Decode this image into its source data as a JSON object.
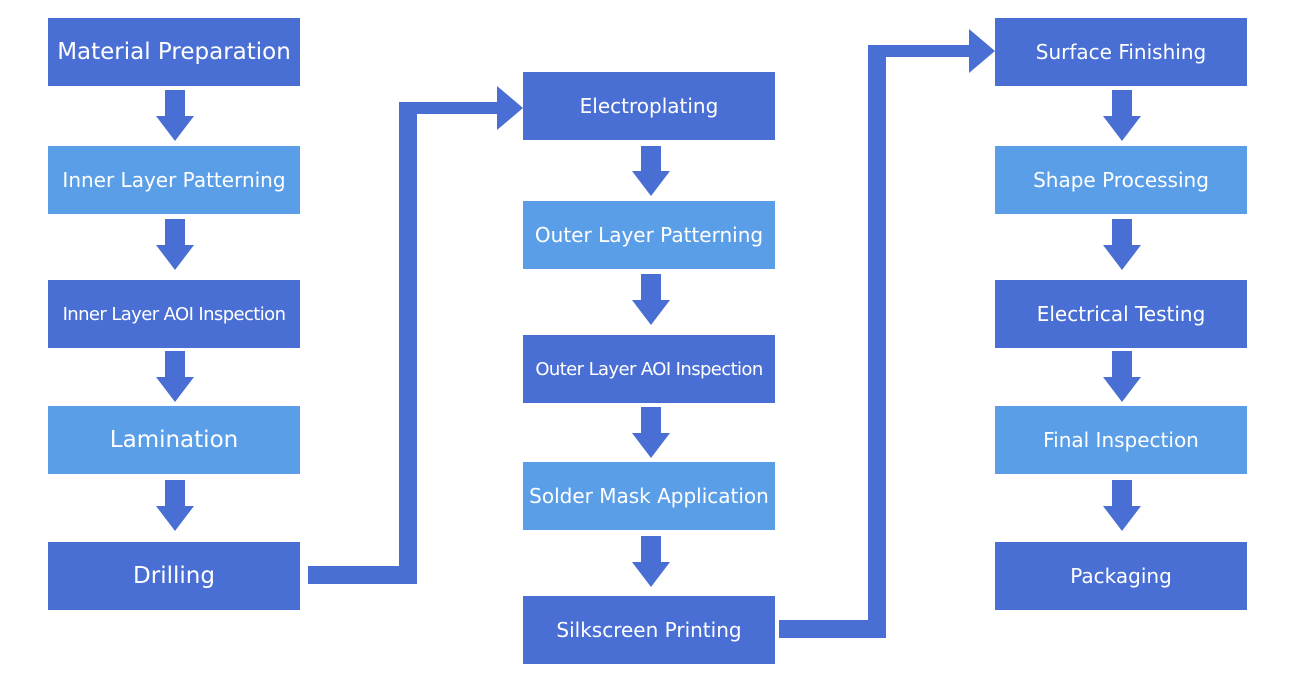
{
  "colors": {
    "dark": "#4a6fd4",
    "light": "#5b9ee8",
    "arrow": "#4a6fd4",
    "background": "#ffffff"
  },
  "columns": [
    {
      "steps": [
        {
          "label": "Material Preparation",
          "tone": "dark"
        },
        {
          "label": "Inner Layer Patterning",
          "tone": "light"
        },
        {
          "label": "Inner Layer AOI Inspection",
          "tone": "dark"
        },
        {
          "label": "Lamination",
          "tone": "light"
        },
        {
          "label": "Drilling",
          "tone": "dark"
        }
      ]
    },
    {
      "steps": [
        {
          "label": "Electroplating",
          "tone": "dark"
        },
        {
          "label": "Outer Layer Patterning",
          "tone": "light"
        },
        {
          "label": "Outer Layer AOI Inspection",
          "tone": "dark"
        },
        {
          "label": "Solder Mask Application",
          "tone": "light"
        },
        {
          "label": "Silkscreen Printing",
          "tone": "dark"
        }
      ]
    },
    {
      "steps": [
        {
          "label": "Surface Finishing",
          "tone": "dark"
        },
        {
          "label": "Shape Processing",
          "tone": "light"
        },
        {
          "label": "Electrical Testing",
          "tone": "dark"
        },
        {
          "label": "Final Inspection",
          "tone": "light"
        },
        {
          "label": "Packaging",
          "tone": "dark"
        }
      ]
    }
  ]
}
